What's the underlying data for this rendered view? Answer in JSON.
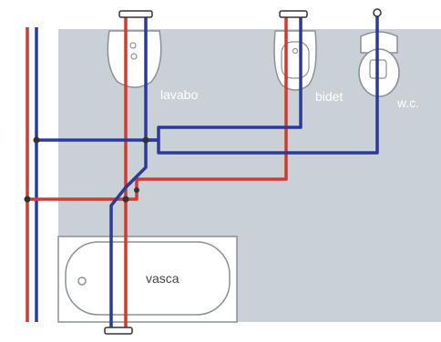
{
  "colors": {
    "floor": "#c9d0d6",
    "hot_pipe": "#d43a2c",
    "cold_pipe": "#2a3a9a",
    "fixture_fill": "#ffffff",
    "fixture_stroke": "#8a9097",
    "label_text": "#ffffff",
    "tub_label_text": "#444444",
    "joint": "#333333"
  },
  "fixtures": {
    "lavabo": {
      "label": "lavabo",
      "icon": "washbasin-icon"
    },
    "bidet": {
      "label": "bidet",
      "icon": "bidet-icon"
    },
    "wc": {
      "label": "w.c.",
      "icon": "toilet-icon"
    },
    "vasca": {
      "label": "vasca",
      "icon": "bathtub-icon"
    }
  },
  "pipes": {
    "hot": {
      "icon": "hot-water-pipe"
    },
    "cold": {
      "icon": "cold-water-pipe"
    }
  }
}
